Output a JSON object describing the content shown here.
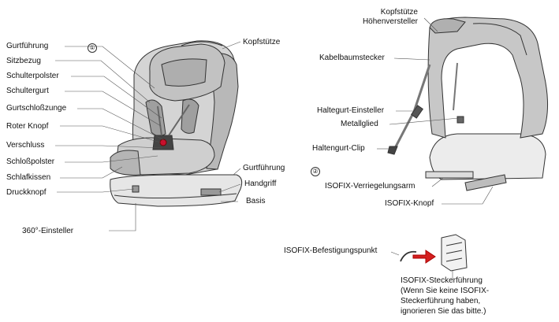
{
  "diagram": {
    "marker_1": "①",
    "marker_2": "②",
    "left_labels": {
      "gurtfuehrung": "Gurtführung",
      "sitzbezug": "Sitzbezug",
      "schulterpolster": "Schulterpolster",
      "schultergurt": "Schultergurt",
      "gurtschlosszunge": "Gurtschloßzunge",
      "roter_knopf": "Roter Knopf",
      "verschluss": "Verschluss",
      "schlosspolster": "Schloßpolster",
      "schlafkissen": "Schlafkissen",
      "druckknopf": "Druckknopf",
      "einsteller_360": "360°-Einsteller",
      "kopfstuetze": "Kopfstütze",
      "gurtfuehrung_2": "Gurtführung",
      "handgriff": "Handgriff",
      "basis": "Basis"
    },
    "right_labels": {
      "kopfstuetze_hoehe_1": "Kopfstütze",
      "kopfstuetze_hoehe_2": "Höhenversteller",
      "kabelbaumstecker": "Kabelbaumstecker",
      "haltegurt_einsteller": "Haltegurt-Einsteller",
      "metallglied": "Metallglied",
      "haltengurt_clip": "Haltengurt-Clip",
      "isofix_verriegelungsarm": "ISOFIX-Verriegelungsarm",
      "isofix_knopf": "ISOFIX-Knopf"
    },
    "bottom": {
      "befestigungspunkt": "ISOFIX-Befestigungspunkt",
      "steckerfuehrung": "ISOFIX-Steckerführung",
      "note_1": "(Wenn Sie keine ISOFIX-",
      "note_2": "Steckerführung haben,",
      "note_3": "ignorieren Sie das bitte.)"
    },
    "colors": {
      "line": "#333333",
      "seat_fill": "#c9c9c9",
      "seat_dark": "#a8a8a8",
      "red_button": "#c8102e",
      "arrow_red": "#d42020"
    }
  }
}
